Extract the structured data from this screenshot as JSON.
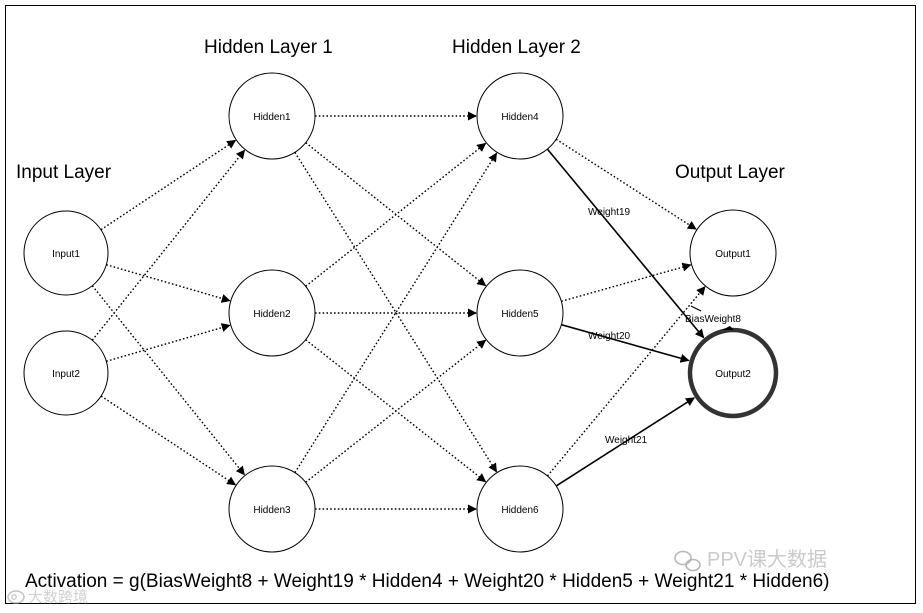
{
  "layers": {
    "input": "Input Layer",
    "hidden1": "Hidden Layer 1",
    "hidden2": "Hidden Layer 2",
    "output": "Output Layer"
  },
  "nodes": {
    "input1": "Input1",
    "input2": "Input2",
    "hidden1": "Hidden1",
    "hidden2": "Hidden2",
    "hidden3": "Hidden3",
    "hidden4": "Hidden4",
    "hidden5": "Hidden5",
    "hidden6": "Hidden6",
    "output1": "Output1",
    "output2": "Output2"
  },
  "edge_labels": {
    "weight19": "Weight19",
    "weight20": "Weight20",
    "weight21": "Weight21",
    "bias": "BiasWeight8"
  },
  "formula": "Activation = g(BiasWeight8 + Weight19 * Hidden4 + Weight20 * Hidden5 + Weight21 * Hidden6)",
  "watermark": {
    "right": "PPV课大数据",
    "left": "大数跨境"
  },
  "colors": {
    "stroke": "#000000",
    "background": "#ffffff",
    "watermark": "#9a9a9a"
  },
  "highlighted_node": "Output2",
  "icons": [
    "wechat-icon",
    "weibo-icon"
  ]
}
